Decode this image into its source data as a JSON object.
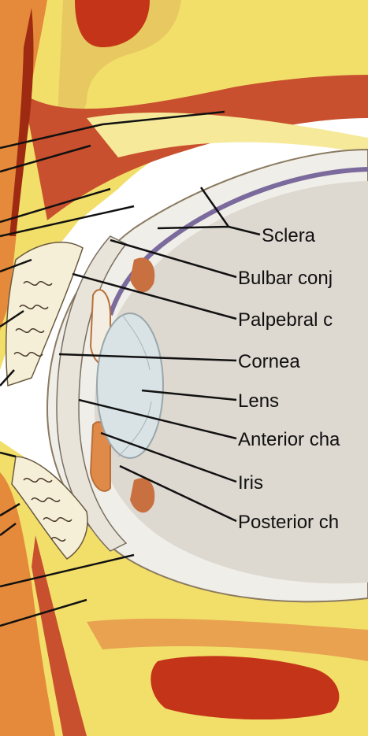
{
  "labels": {
    "sclera": "Sclera",
    "bulbar_conj": "Bulbar conj",
    "palpebral": "Palpebral c",
    "cornea": "Cornea",
    "lens": "Lens",
    "anterior_chamber": "Anterior cha",
    "iris": "Iris",
    "posterior_chamber": "Posterior ch"
  },
  "colors": {
    "background": "#ffffff",
    "bone_yellow": "#f2df6a",
    "muscle_red": "#c8502e",
    "deep_red": "#9e2a12",
    "skin_orange": "#e58a3a",
    "globe_grey": "#ddd8d0",
    "sclera_purple": "#7b6a9c",
    "lens_blue": "#d9e3e6",
    "line_black": "#111111"
  }
}
